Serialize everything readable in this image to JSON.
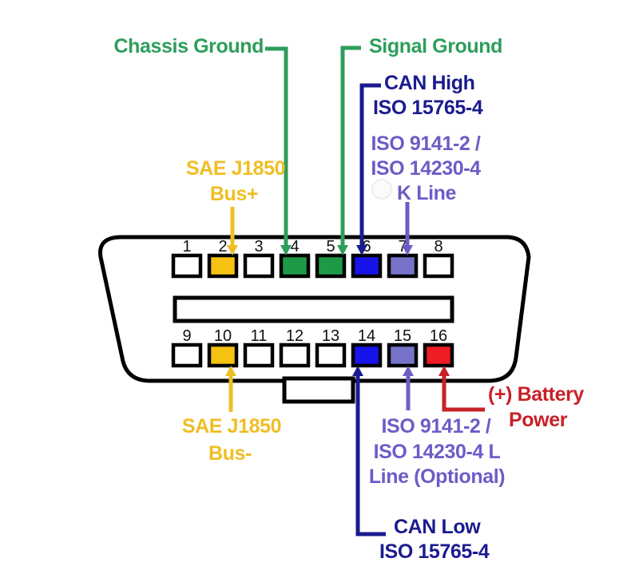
{
  "colors": {
    "text_green": "#2E9E5B",
    "text_navy": "#1B1B8F",
    "text_purple": "#6C5CC7",
    "text_yellow": "#EFBE25",
    "text_red": "#C82127",
    "pin_white": "#FFFFFF",
    "pin_yellow": "#F5C211",
    "pin_green": "#1E9A47",
    "pin_blue": "#1813E8",
    "pin_purple": "#7673C9",
    "pin_red": "#EE1C24",
    "outline_black": "#000000"
  },
  "connector": {
    "top_pins": [
      {
        "number": "1",
        "color": "white"
      },
      {
        "number": "2",
        "color": "yellow"
      },
      {
        "number": "3",
        "color": "white"
      },
      {
        "number": "4",
        "color": "green"
      },
      {
        "number": "5",
        "color": "green"
      },
      {
        "number": "6",
        "color": "blue"
      },
      {
        "number": "7",
        "color": "purple"
      },
      {
        "number": "8",
        "color": "white"
      }
    ],
    "bottom_pins": [
      {
        "number": "9",
        "color": "white"
      },
      {
        "number": "10",
        "color": "yellow"
      },
      {
        "number": "11",
        "color": "white"
      },
      {
        "number": "12",
        "color": "white"
      },
      {
        "number": "13",
        "color": "white"
      },
      {
        "number": "14",
        "color": "blue"
      },
      {
        "number": "15",
        "color": "purple"
      },
      {
        "number": "16",
        "color": "red"
      }
    ]
  },
  "labels": {
    "chassis_ground": "Chassis Ground",
    "signal_ground": "Signal Ground",
    "can_high_1": "CAN High",
    "can_high_2": "ISO 15765-4",
    "k_line_1": "ISO 9141-2 /",
    "k_line_2": "ISO 14230-4",
    "k_line_3": "K Line",
    "bus_plus_1": "SAE J1850",
    "bus_plus_2": "Bus+",
    "bus_minus_1": "SAE J1850",
    "bus_minus_2": "Bus-",
    "l_line_1": "ISO 9141-2 /",
    "l_line_2": "ISO 14230-4 L",
    "l_line_3": "Line (Optional)",
    "can_low_1": "CAN Low",
    "can_low_2": "ISO 15765-4",
    "battery_1": "(+) Battery",
    "battery_2": "Power"
  }
}
